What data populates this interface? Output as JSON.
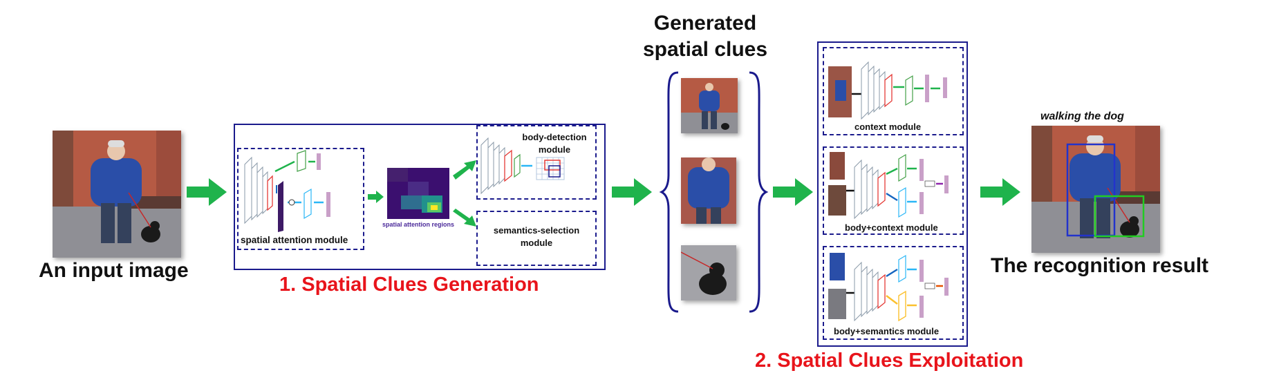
{
  "input": {
    "label": "An input image"
  },
  "stage1": {
    "title": "1. Spatial Clues Generation",
    "spatial_attention_module": "spatial attention module",
    "spatial_attention_regions": "spatial attention regions",
    "body_detection_module": "body-detection module",
    "semantics_selection_module": "semantics-selection module"
  },
  "clues": {
    "title_line1": "Generated",
    "title_line2": "spatial clues"
  },
  "stage2": {
    "title": "2. Spatial Clues Exploitation",
    "context_module": "context  module",
    "body_context_module": "body+context  module",
    "body_semantics_module": "body+semantics  module"
  },
  "result": {
    "label": "The recognition result",
    "caption": "walking the dog"
  },
  "colors": {
    "arrow": "#1fb34c",
    "frame": "#1a1a8c",
    "stage_title": "#e8141b"
  }
}
